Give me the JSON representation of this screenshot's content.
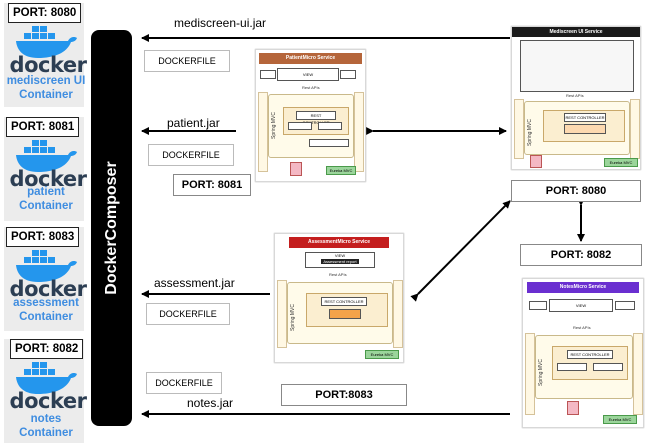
{
  "composer": {
    "label": "DockerComposer"
  },
  "logo_word": "docker",
  "containers": [
    {
      "port": "PORT: 8080",
      "name_line1": "mediscreen UI",
      "name_line2": "Container"
    },
    {
      "port": "PORT: 8081",
      "name_line1": "patient",
      "name_line2": "Container"
    },
    {
      "port": "PORT: 8083",
      "name_line1": "assessment",
      "name_line2": "Container"
    },
    {
      "port": "PORT: 8082",
      "name_line1": "notes",
      "name_line2": "Container"
    }
  ],
  "dockerfile_label": "DOCKERFILE",
  "jars": {
    "ui": "mediscreen-ui.jar",
    "patient": "patient.jar",
    "assessment": "assessment.jar",
    "notes": "notes.jar"
  },
  "ports": {
    "patient": "PORT: 8081",
    "ui": "PORT: 8080",
    "notes": "PORT: 8082",
    "assessment": "PORT:8083"
  },
  "services": {
    "ui": {
      "title": "Mediscreen UI Service",
      "color": "#1a1a1a",
      "rest_apis": "Rest APIs",
      "controller": "REST CONTROLLER",
      "footer": "Eureka MVC"
    },
    "patient": {
      "title": "PatientMicro Service",
      "color": "#b5653a",
      "view": "VIEW",
      "rest_apis": "Rest APIs",
      "controller": "REST CONTROLLER",
      "footer": "Eureka MVC"
    },
    "assessment": {
      "title": "AssessmentMicro Service",
      "color": "#c41e1e",
      "view": "VIEW",
      "sub": "Assessment report",
      "rest_apis": "Rest APIs",
      "controller": "REST CONTROLLER",
      "footer": "Eureka MVC"
    },
    "notes": {
      "title": "NotesMicro Service",
      "color": "#6a2fd0",
      "view": "VIEW",
      "rest_apis": "Rest APIs",
      "controller": "REST CONTROLLER",
      "footer": "Eureka MVC"
    }
  },
  "spring_label": "Spring MVC",
  "colors": {
    "arrow": "#000000",
    "docker_blue": "#2496ed",
    "container_name": "#3f8de0"
  }
}
